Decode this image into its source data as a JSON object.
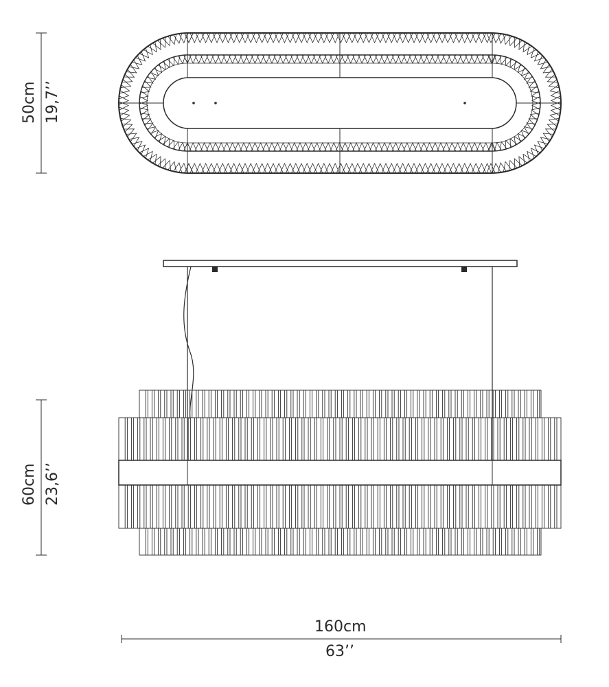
{
  "dimensions": {
    "top_view_depth": {
      "metric": "50cm",
      "imperial": "19,7’’"
    },
    "side_view_height": {
      "metric": "60cm",
      "imperial": "23,6’’"
    },
    "width": {
      "metric": "160cm",
      "imperial": "63’’"
    }
  },
  "colors": {
    "line": "#2b2b2b",
    "background": "#ffffff"
  }
}
